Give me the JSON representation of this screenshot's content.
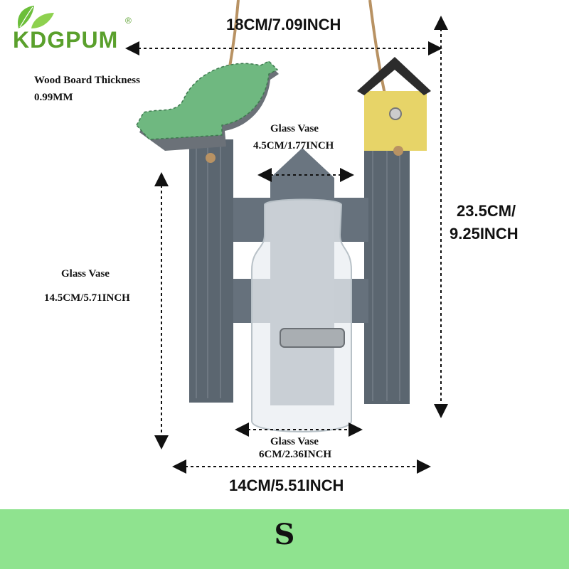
{
  "brand": {
    "name": "KDGPUM",
    "registered": "®",
    "color": "#5aa02c"
  },
  "dimensions": {
    "top_width": "18CM/7.09INCH",
    "height_line1": "23.5CM/",
    "height_line2": "9.25INCH",
    "bottom_width": "14CM/5.51INCH",
    "board_label": "Wood Board Thickness",
    "board_value": "0.99MM",
    "vase_top_label": "Glass Vase",
    "vase_top_value": "4.5CM/1.77INCH",
    "vase_height_label": "Glass Vase",
    "vase_height_value": "14.5CM/5.71INCH",
    "vase_bottom_label": "Glass Vase",
    "vase_bottom_value": "6CM/2.36INCH"
  },
  "size_bar": {
    "label": "S",
    "color": "#8fe38f"
  },
  "icons": [
    "leaf-logo-icon",
    "bird-icon",
    "birdhouse-icon",
    "glass-vase-icon",
    "fence-icon"
  ]
}
